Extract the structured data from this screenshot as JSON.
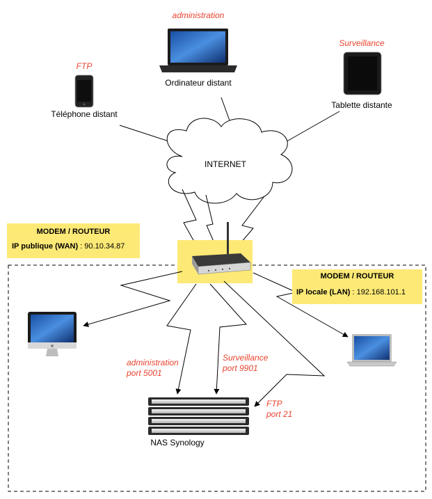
{
  "remote_devices": {
    "computer": {
      "tag": "administration",
      "label": "Ordinateur distant"
    },
    "phone": {
      "tag": "FTP",
      "label": "Téléphone distant"
    },
    "tablet": {
      "tag": "Surveillance",
      "label": "Tablette distante"
    }
  },
  "internet": {
    "label": "INTERNET"
  },
  "wan_box": {
    "title": "MODEM / ROUTEUR",
    "ip_label": "IP publique (WAN)",
    "ip_sep": " : ",
    "ip_value": "90.10.34.87"
  },
  "lan_box": {
    "title": "MODEM / ROUTEUR",
    "ip_label": "IP locale (LAN)",
    "ip_sep": " : ",
    "ip_value": "192.168.101.1"
  },
  "ports": {
    "admin": {
      "name": "administration",
      "port": "port 5001"
    },
    "surveillance": {
      "name": "Surveillance",
      "port": "port 9901"
    },
    "ftp": {
      "name": "FTP",
      "port": "port 21"
    }
  },
  "nas": {
    "label": "NAS Synology"
  },
  "colors": {
    "accent": "#e8432e",
    "highlight": "#fde976"
  }
}
